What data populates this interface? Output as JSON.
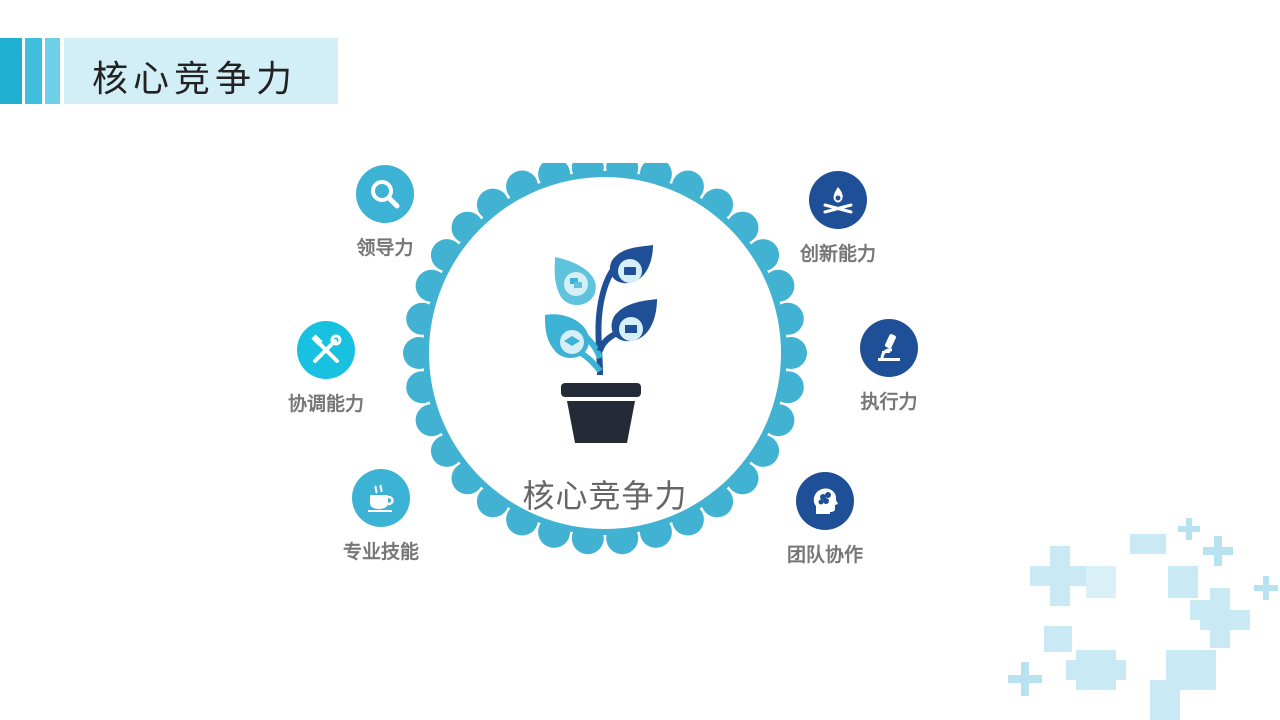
{
  "header": {
    "title": "核心竞争力"
  },
  "center": {
    "label": "核心竞争力"
  },
  "nodes": [
    {
      "label": "领导力",
      "icon": "magnifier-icon",
      "color": "#3cb3d4"
    },
    {
      "label": "协调能力",
      "icon": "tools-icon",
      "color": "#19c1e0"
    },
    {
      "label": "专业技能",
      "icon": "coffee-cup-icon",
      "color": "#3cb3d4"
    },
    {
      "label": "创新能力",
      "icon": "campfire-icon",
      "color": "#1f4f96"
    },
    {
      "label": "执行力",
      "icon": "microscope-icon",
      "color": "#1f4f96"
    },
    {
      "label": "团队协作",
      "icon": "brain-head-icon",
      "color": "#1f4f96"
    }
  ],
  "colors": {
    "accent": "#1fb0d2",
    "ring": "#41b2d2",
    "dark_blue": "#1f4f96",
    "pot": "#252b36"
  }
}
